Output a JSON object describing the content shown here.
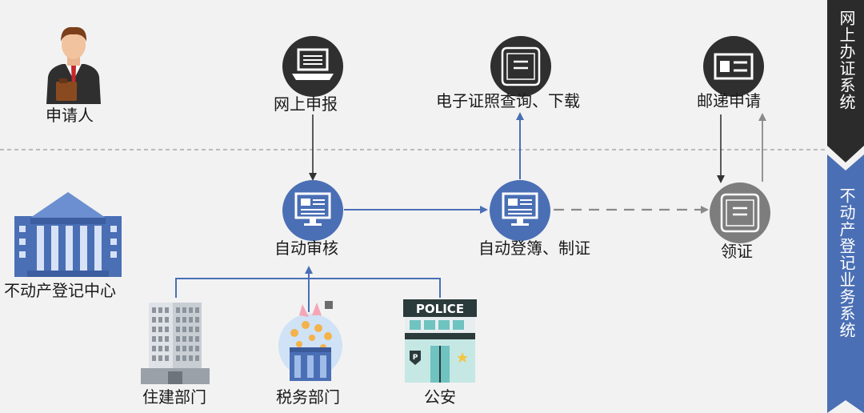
{
  "top_system": "网上办证系统",
  "bottom_system": "不动产登记业务系统",
  "nodes": {
    "applicant": "申请人",
    "online_submit": "网上申报",
    "e_cert": "电子证照查询、下载",
    "mail_apply": "邮递申请",
    "auto_review": "自动审核",
    "auto_register": "自动登簿、制证",
    "collect": "领证",
    "center": "不动产登记中心",
    "housing": "住建部门",
    "tax": "税务部门",
    "police": "公安"
  },
  "police_sign": "POLICE",
  "colors": {
    "blue": "#4a6fb5",
    "dark": "#2f2f2f",
    "gray": "#7d7d7d",
    "arrow_dark": "#333333",
    "arrow_blue": "#4a6fb5",
    "arrow_gray": "#8a8a8a"
  }
}
